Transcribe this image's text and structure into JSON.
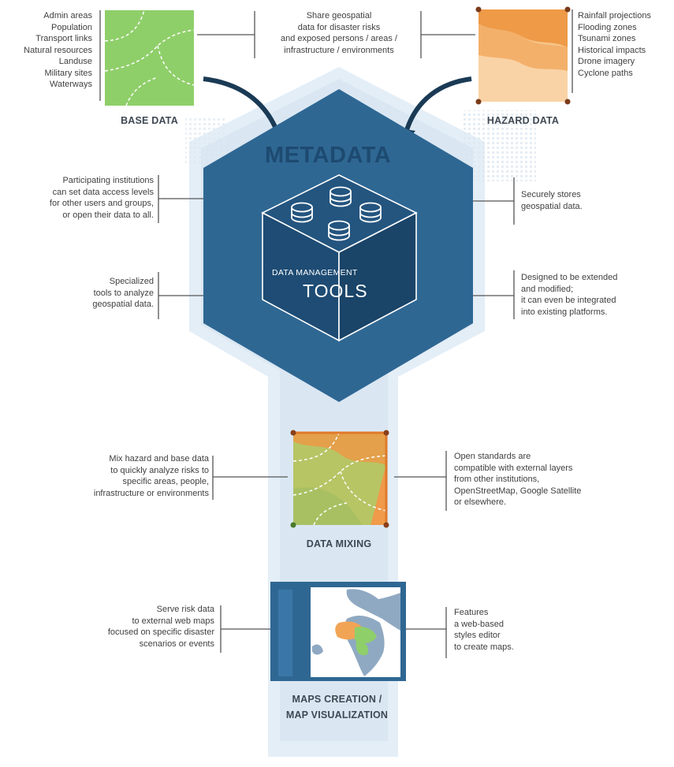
{
  "base_data": {
    "items": [
      "Admin areas",
      "Population",
      "Transport links",
      "Natural resources",
      "Landuse",
      "Military sites",
      "Waterways"
    ],
    "caption": "BASE DATA",
    "color": "#8fcf6a"
  },
  "hazard_data": {
    "items": [
      "Rainfall projections",
      "Flooding zones",
      "Tsunami zones",
      "Historical impacts",
      "Drone imagery",
      "Cyclone paths"
    ],
    "caption": "HAZARD DATA",
    "color": "#f2a455"
  },
  "share_note": [
    "Share geospatial",
    "data for disaster risks",
    "and exposed persons / areas /",
    "infrastructure / environments"
  ],
  "metadata_label": "METADATA",
  "access_note": [
    "Participating institutions",
    "can set data access levels",
    "for other users and groups,",
    "or open their data to all."
  ],
  "stores_note": [
    "Securely stores",
    "geospatial data."
  ],
  "analyze_note": [
    "Specialized",
    "tools to analyze",
    "geospatial data."
  ],
  "extend_note": [
    "Designed to be extended",
    "and modified;",
    "it can even be integrated",
    "into existing platforms."
  ],
  "tools": {
    "line1": "DATA MANAGEMENT",
    "line2": "TOOLS",
    "hex_color": "#2f6793",
    "cube_color": "#1e4c74"
  },
  "mixing": {
    "left_note": [
      "Mix hazard and base data",
      "to quickly analyze risks to",
      "specific areas, people,",
      "infrastructure or environments"
    ],
    "right_note": [
      "Open standards are",
      "compatible with external layers",
      "from other institutions,",
      "OpenStreetMap, Google Satellite",
      "or elsewhere."
    ],
    "caption": "DATA MIXING"
  },
  "maps": {
    "left_note": [
      "Serve risk data",
      "to external web maps",
      "focused on specific disaster",
      "scenarios or events"
    ],
    "right_note": [
      "Features",
      "a web-based",
      "styles editor",
      "to create maps."
    ],
    "caption_line1": "MAPS CREATION /",
    "caption_line2": "MAP VISUALIZATION"
  },
  "colors": {
    "background_band": "#e4eef7",
    "connector": "#555555",
    "arrow": "#1a3a55"
  }
}
